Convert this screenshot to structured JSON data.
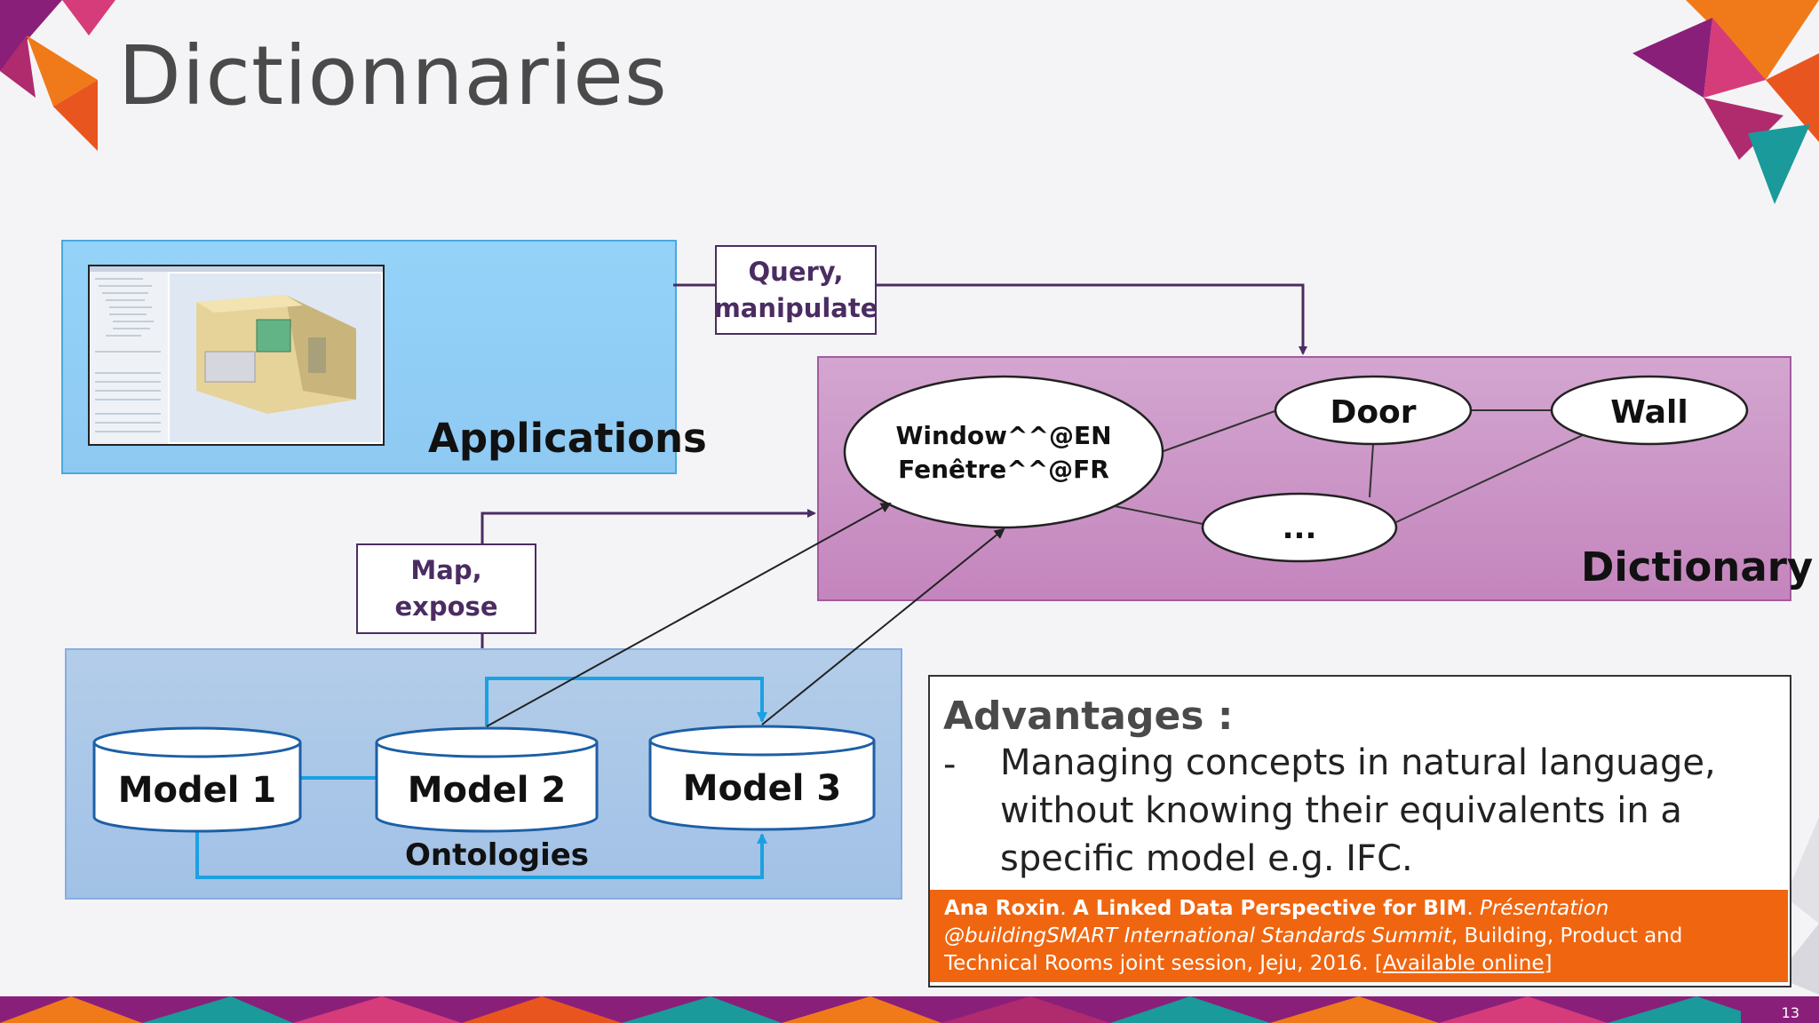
{
  "slide": {
    "title": "Dictionnaries",
    "page_number": "13"
  },
  "applications": {
    "label": "Applications"
  },
  "callouts": {
    "query": [
      "Query,",
      "manipulate"
    ],
    "map": [
      "Map,",
      "expose"
    ]
  },
  "dictionary": {
    "label": "Dictionary",
    "nodes": {
      "window_en": "Window^^@EN",
      "window_fr": "Fenêtre^^@FR",
      "door": "Door",
      "wall": "Wall",
      "ellipsis": "..."
    }
  },
  "ontologies": {
    "label": "Ontologies",
    "models": [
      "Model 1",
      "Model 2",
      "Model 3"
    ]
  },
  "advantages": {
    "title": "Advantages :",
    "dash": "-",
    "text": "Managing concepts in natural language, without knowing their equivalents in a specific model e.g. IFC."
  },
  "citation": {
    "author": "Ana Roxin",
    "sep1": ". ",
    "work": "A Linked Data Perspective for BIM",
    "sep2": ". ",
    "venue": "Présentation @buildingSMART International Standards Summit",
    "rest": ", Building, Product and Technical Rooms joint session, Jeju, 2016. [",
    "link": "Available online",
    "end": "]"
  },
  "colors": {
    "title_text": "#4a4a4a",
    "applications_fill": "#94d3f9",
    "dictionary_fill": "#c992c4",
    "ontologies_fill": "#a8c6e8",
    "callout_text": "#4b2c62",
    "connector_blue": "#1ba1e2",
    "citation_fill": "#f0650f"
  }
}
